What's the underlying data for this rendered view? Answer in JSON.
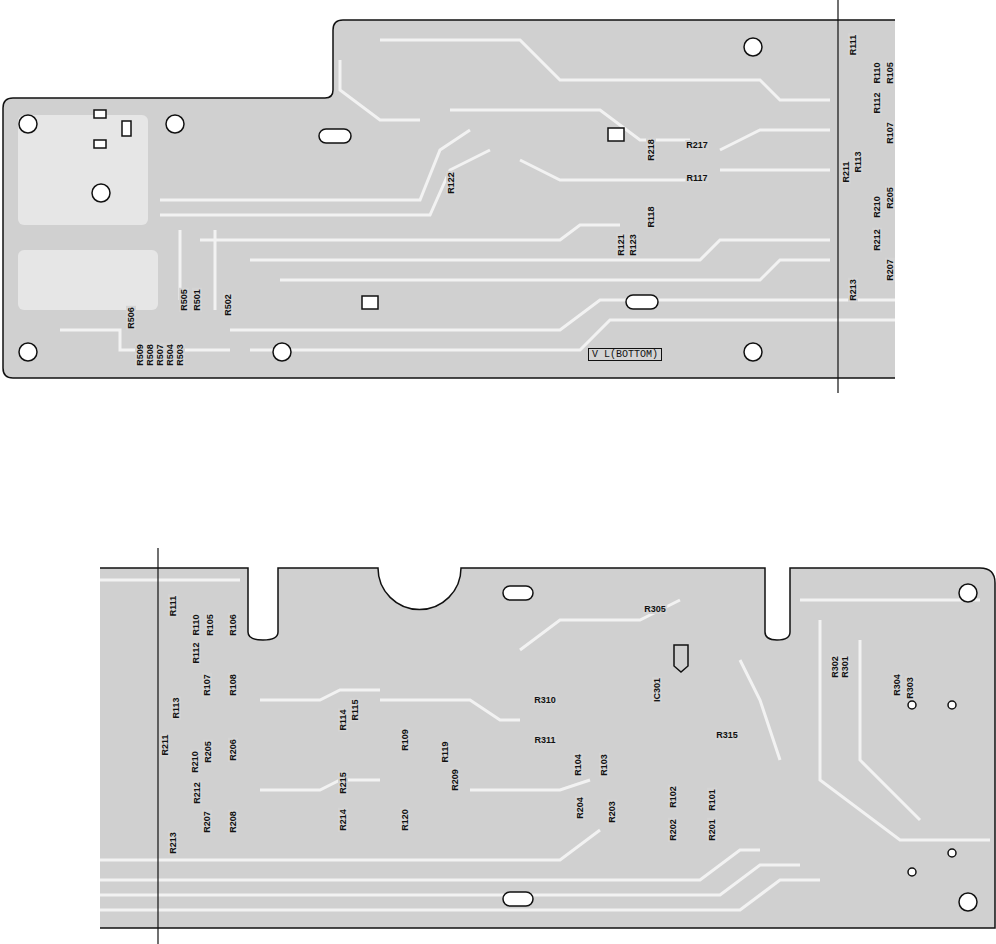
{
  "diagram": {
    "nodes": [
      {
        "text": [
          "V L(BOTTOM)"
        ]
      }
    ],
    "labels": [
      "R111",
      "R110",
      "R105",
      "R112",
      "R107",
      "R113",
      "R211",
      "R210",
      "R205",
      "R212",
      "R207",
      "R213",
      "R218",
      "R217",
      "R117",
      "R122",
      "R118",
      "R121",
      "R123",
      "R505",
      "R501",
      "R506",
      "R502",
      "R509",
      "R508",
      "R507",
      "R504",
      "R503",
      "R111",
      "R110",
      "R105",
      "R106",
      "R112",
      "R107",
      "R108",
      "R113",
      "R211",
      "R210",
      "R205",
      "R206",
      "R212",
      "R207",
      "R208",
      "R213",
      "R114",
      "R115",
      "R109",
      "R119",
      "R215",
      "R214",
      "R209",
      "R120",
      "R310",
      "R311",
      "R305",
      "IC301",
      "R315",
      "R104",
      "R103",
      "R204",
      "R203",
      "R102",
      "R101",
      "R202",
      "R201",
      "R302",
      "R301",
      "R304",
      "R303"
    ]
  }
}
